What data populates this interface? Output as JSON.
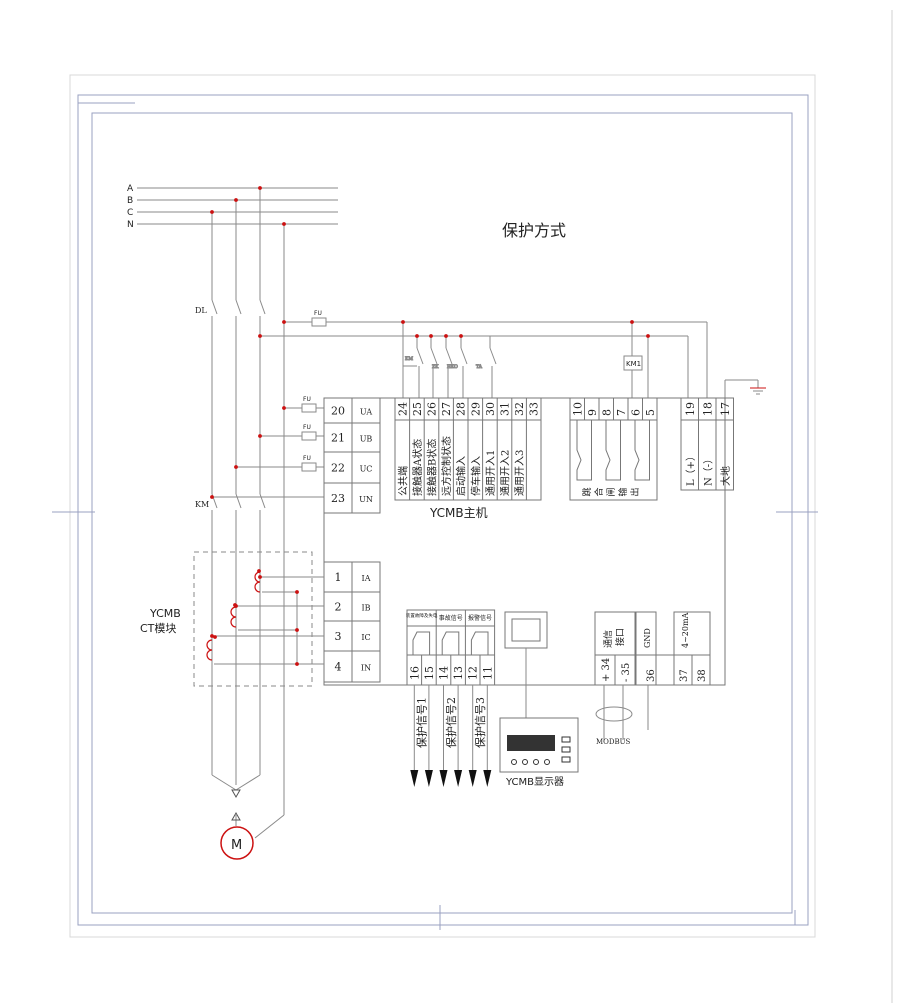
{
  "title": "保护方式",
  "phases": [
    "A",
    "B",
    "C",
    "N"
  ],
  "labels": {
    "dl": "DL",
    "km": "KM",
    "fu": "FU",
    "km1": "KM1",
    "modbus": "MODBUS",
    "motor": "M",
    "ct_module_line1": "YCMB",
    "ct_module_line2": "CT模块",
    "host": "YCMB主机",
    "display": "YCMB显示器"
  },
  "voltage_terminals": [
    {
      "num": "20",
      "name": "UA"
    },
    {
      "num": "21",
      "name": "UB"
    },
    {
      "num": "22",
      "name": "UC"
    },
    {
      "num": "23",
      "name": "UN"
    }
  ],
  "current_terminals": [
    {
      "num": "1",
      "name": "IA"
    },
    {
      "num": "2",
      "name": "IB"
    },
    {
      "num": "3",
      "name": "IC"
    },
    {
      "num": "4",
      "name": "IN"
    }
  ],
  "input_terminals": {
    "numbers": [
      "24",
      "25",
      "26",
      "27",
      "28",
      "29",
      "30",
      "31",
      "32",
      "33"
    ],
    "names": [
      "公共端",
      "接触器A状态",
      "接触器B状态",
      "远方控制状态",
      "启动输入",
      "停车输入",
      "通用开入1",
      "通用开入2",
      "通用开入3"
    ]
  },
  "contact_labels": [
    "KM",
    "ZK",
    "HKO",
    "TA"
  ],
  "output_terminals": {
    "numbers": [
      "10",
      "9",
      "8",
      "7",
      "6",
      "5"
    ],
    "names": [
      "跳",
      "合",
      "闸",
      "输",
      "出"
    ]
  },
  "power_terminals": {
    "numbers": [
      "19",
      "18",
      "17"
    ],
    "names": [
      "L（+）",
      "N（-）",
      "大地"
    ]
  },
  "signal_terminals": {
    "headers": [
      "装置故障及失电",
      "事故信号",
      "报警信号"
    ],
    "numbers": [
      "16",
      "15",
      "14",
      "13",
      "12",
      "11"
    ],
    "outputs": [
      "保护信号1",
      "保护信号2",
      "保护信号3"
    ]
  },
  "comm_terminals": {
    "header_comm": "通信接口",
    "header_gnd": "GND",
    "header_analog": "4~20mA",
    "numbers": [
      "+ 34",
      "- 35",
      "36",
      "37",
      "38"
    ]
  },
  "colors": {
    "wire": "#8a8a8a",
    "node": "#cc1111",
    "frame": "#9aa0c0",
    "ink": "#222222"
  }
}
